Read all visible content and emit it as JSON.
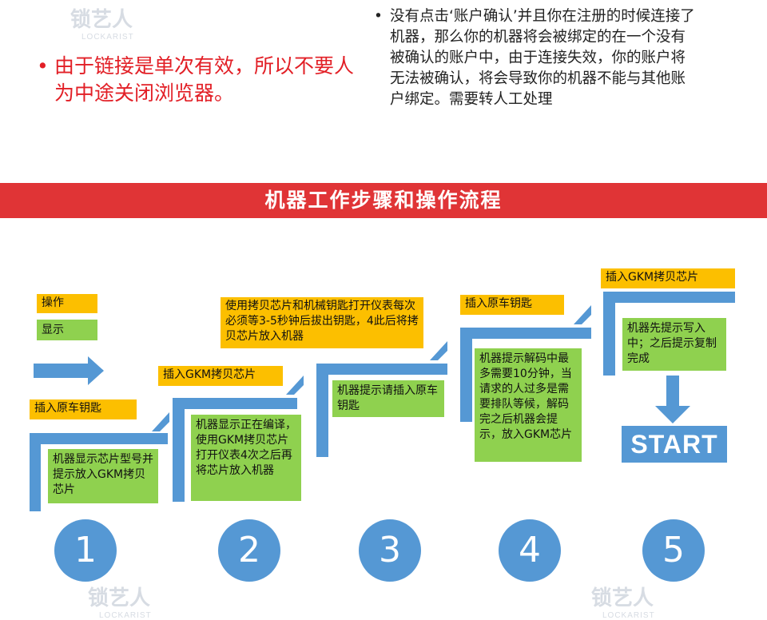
{
  "notes": {
    "left": "由于链接是单次有效，所以不要人为中途关闭浏览器。",
    "right": "没有点击‘账户确认’并且你在注册的时候连接了机器，那么你的机器将会被绑定的在一个没有被确认的账户中，由于连接失效，你的账户将无法被确认，将会导致你的机器不能与其他账户绑定。需要转人工处理",
    "bullet": "•"
  },
  "banner": {
    "title": "机器工作步骤和操作流程"
  },
  "legend": {
    "operation": "操作",
    "display": "显示"
  },
  "steps": [
    {
      "number": "1",
      "operation": "插入原车钥匙",
      "display": "机器显示芯片型号并提示放入GKM拷贝芯片"
    },
    {
      "number": "2",
      "operation": "插入GKM拷贝芯片",
      "display": "机器显示正在编译，使用GKM拷贝芯片打开仪表4次之后再将芯片放入机器"
    },
    {
      "number": "3",
      "operation": "使用拷贝芯片和机械钥匙打开仪表每次必须等3-5秒钟后拔出钥匙，4此后将拷贝芯片放入机器",
      "display": "机器提示请插入原车钥匙"
    },
    {
      "number": "4",
      "operation": "插入原车钥匙",
      "display": "机器提示解码中最多需要10分钟，当请求的人过多是需要排队等候，解码完之后机器会提示，放入GKM芯片"
    },
    {
      "number": "5",
      "operation": "插入GKM拷贝芯片",
      "display": "机器先提示写入中；之后提示复制完成"
    }
  ],
  "start_label": "START",
  "watermark": {
    "brand": "锁艺人",
    "latin": "LOCKARIST"
  },
  "colors": {
    "banner": "#e03436",
    "operation": "#fcbf00",
    "display": "#8fd14f",
    "stairs": "#5598d4",
    "note_red": "#e21f26"
  }
}
